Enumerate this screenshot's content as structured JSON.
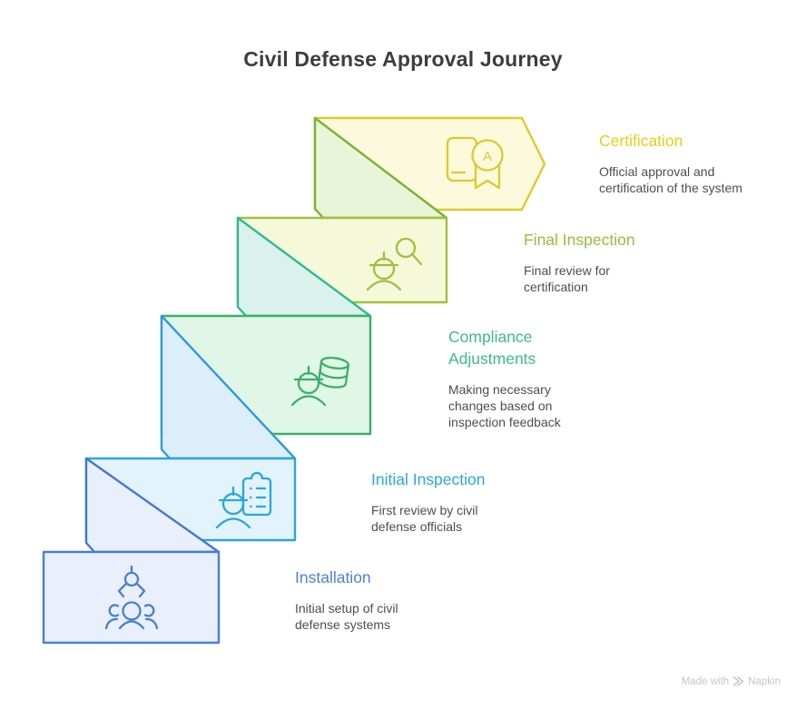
{
  "page": {
    "title": "Civil Defense Approval Journey",
    "title_color": "#3d3d3d",
    "background": "#ffffff",
    "description_color": "#4e4e4e"
  },
  "steps": [
    {
      "id": "certification",
      "title": "Certification",
      "description": "Official approval and\ncertification of the system",
      "icon": "certificate-award",
      "colors": {
        "stroke": "#e0c92c",
        "fill": "#fcf9dc",
        "title": "#e5cd1a"
      }
    },
    {
      "id": "final-inspection",
      "title": "Final Inspection",
      "description": "Final review for\ncertification",
      "icon": "inspector-magnifier",
      "colors": {
        "stroke": "#a1bf3b",
        "fill": "#f5f9da",
        "title": "#94be3d",
        "flap_stroke": "#77b331",
        "flap_fill": "#e9f4d8"
      }
    },
    {
      "id": "compliance-adjustments",
      "title": "Compliance\nAdjustments",
      "description": "Making necessary\nchanges based on\ninspection feedback",
      "icon": "worker-resources",
      "colors": {
        "stroke": "#3ab066",
        "fill": "#e0f6e7",
        "title": "#3cbc87",
        "flap_stroke": "#2db994",
        "flap_fill": "#daf1ec"
      }
    },
    {
      "id": "initial-inspection",
      "title": "Initial Inspection",
      "description": "First review by civil\ndefense officials",
      "icon": "worker-checklist",
      "colors": {
        "stroke": "#2ba6db",
        "fill": "#e2f3fb",
        "title": "#2ba7de",
        "flap_stroke": "#2f9bd8",
        "flap_fill": "#ddeefb"
      }
    },
    {
      "id": "installation",
      "title": "Installation",
      "description": "Initial setup of civil\ndefense systems",
      "icon": "crane-team",
      "colors": {
        "stroke": "#4a7ed6",
        "fill": "#e9f0fb",
        "title": "#4b80db",
        "flap_stroke": "#4377d2",
        "flap_fill": "#e9effb"
      }
    }
  ],
  "badge_letter": "A",
  "watermark": {
    "prefix": "Made with",
    "brand": "Napkin",
    "color": "#c6c6c6",
    "icon_color": "#bdbdbd"
  }
}
